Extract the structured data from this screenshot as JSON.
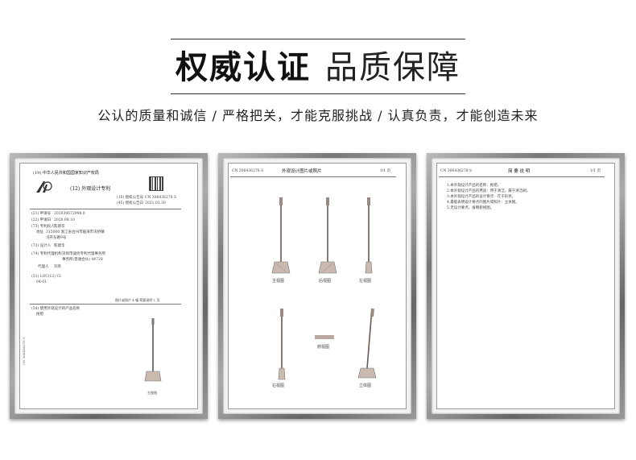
{
  "header": {
    "title_bold": "权威认证",
    "title_light": "品质保障",
    "subtitle": "公认的质量和诚信 / 严格把关，才能克服挑战 / 认真负责，才能创造未来"
  },
  "certificate": {
    "office": "(19) 中华人民共和国国家知识产权局",
    "doc_type": "(12) 外观设计专利",
    "patent_no_label": "(10) 授权公告号",
    "patent_no": "CN 306436278 S",
    "pub_date_label": "(45) 授权公告日",
    "pub_date": "2021.03.30",
    "fields": [
      {
        "label": "(21) 申请号",
        "value": "202030672998.0"
      },
      {
        "label": "(22) 申请日",
        "value": "2020.08.10"
      },
      {
        "label": "(73) 专利权人",
        "value": "陈建华"
      },
      {
        "label": "地址",
        "value": "315000 浙江省台州市临海市汛桥镇"
      },
      {
        "label": "",
        "value": "汛开东路9号"
      },
      {
        "label": "(72) 设计人",
        "value": "陈建华"
      },
      {
        "label": "(74) 专利代理机构",
        "value": "深圳市诚优专利代理事务所"
      },
      {
        "label": "",
        "value": "事务所(普通合伙) 44728"
      },
      {
        "label": "代理人",
        "value": "刘英"
      }
    ],
    "loc_label": "(51) LOC(12) Cl.",
    "loc_value": "04-01",
    "footer_small": "图片或照片 4 幅  简要说明 1 页",
    "product_label": "(54) 使用外观设计的产品名称",
    "product_value": "拖把",
    "view_label": "主视图",
    "side_number": "CN 306436278 S"
  },
  "views_page": {
    "doc_no": "CN 306436278 S",
    "title": "外观设计图片或照片",
    "page": "1/1 页",
    "views": [
      "主视图",
      "后视图",
      "左视图",
      "右视图",
      "俯视图",
      "立体图"
    ]
  },
  "summary_page": {
    "doc_no": "CN 306436278 S",
    "title": "简  要  说  明",
    "page": "1/1 页",
    "lines": [
      "1.本外观设计产品的名称：拖把。",
      "2.本外观设计产品的用途：用于清洁，属于清洁刷。",
      "3.本外观设计产品的设计要点：在于形状。",
      "4.最能表明设计要点的图片或照片：立体图。",
      "5.无设计要点，省略俯视图。"
    ]
  }
}
